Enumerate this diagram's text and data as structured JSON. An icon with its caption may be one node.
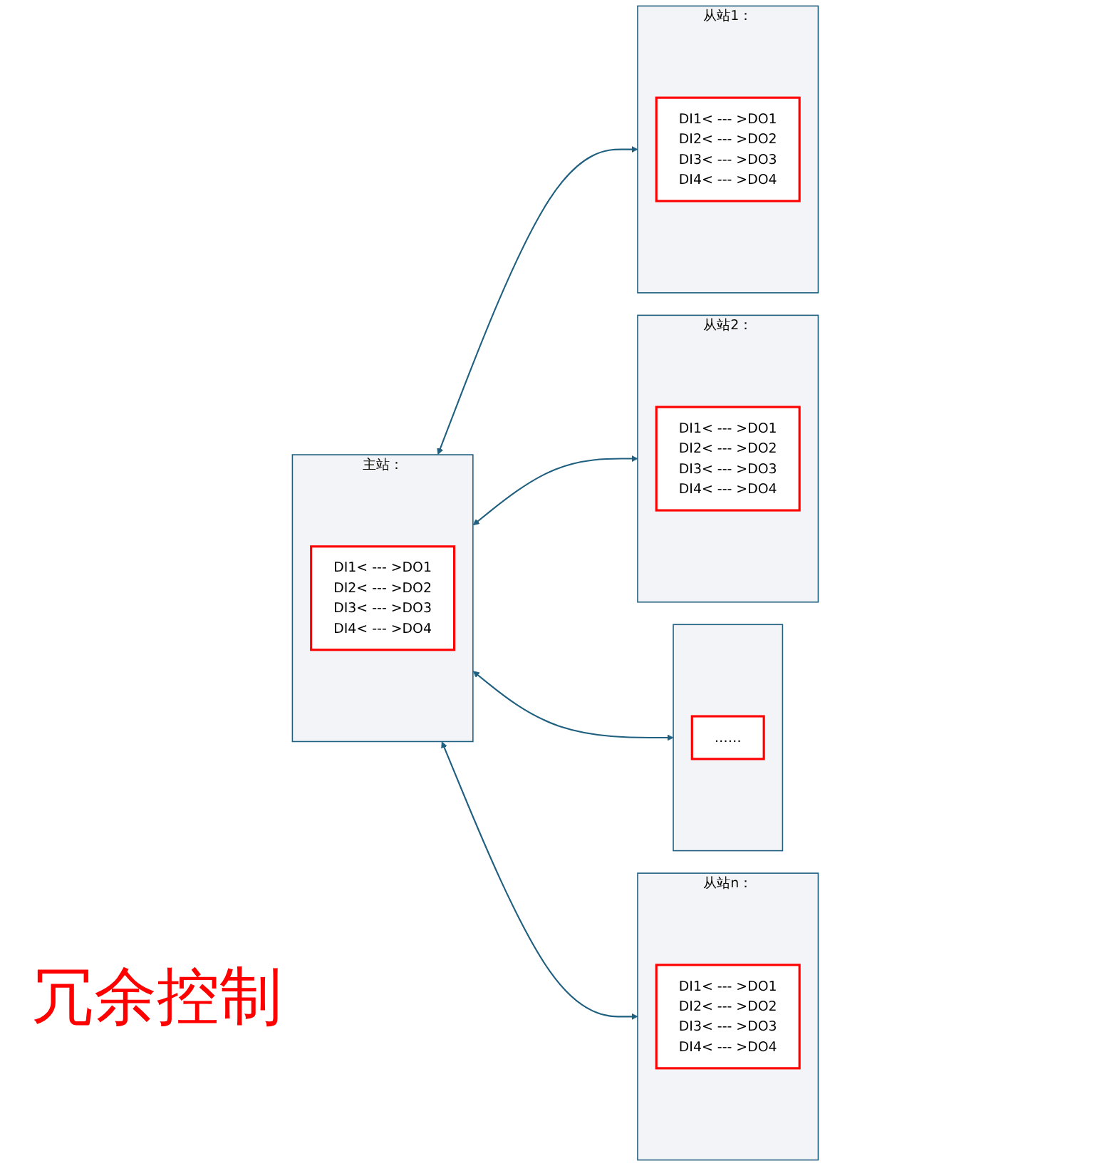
{
  "diagram": {
    "nodes": [
      {
        "text": [
          "主站："
        ]
      },
      {
        "text": [
          "DI1< --- >DO1",
          "DI2< --- >DO2",
          "DI3< --- >DO3",
          "DI4< --- >DO4"
        ],
        "in": 0
      },
      {
        "text": [
          "从站1："
        ]
      },
      {
        "text": [
          "DI1< --- >DO1",
          "DI2< --- >DO2",
          "DI3< --- >DO3",
          "DI4< --- >DO4"
        ],
        "in": 2
      },
      {
        "text": [
          "从站2："
        ]
      },
      {
        "text": [
          "DI1< --- >DO1",
          "DI2< --- >DO2",
          "DI3< --- >DO3",
          "DI4< --- >DO4"
        ],
        "in": 4
      },
      {
        "text": [],
        "shape": "box"
      },
      {
        "text": [
          "……"
        ],
        "in": 6
      },
      {
        "text": [
          "从站n："
        ]
      },
      {
        "text": [
          "DI1< --- >DO1",
          "DI2< --- >DO2",
          "DI3< --- >DO3",
          "DI4< --- >DO4"
        ],
        "in": 8
      }
    ],
    "edges": [
      {
        "from": 0,
        "to": 2,
        "arrow": "both"
      },
      {
        "from": 0,
        "to": 4,
        "arrow": "both"
      },
      {
        "from": 0,
        "to": 6,
        "arrow": "both"
      },
      {
        "from": 0,
        "to": 8,
        "arrow": "both"
      }
    ],
    "labels": [
      "冗余控制"
    ]
  }
}
